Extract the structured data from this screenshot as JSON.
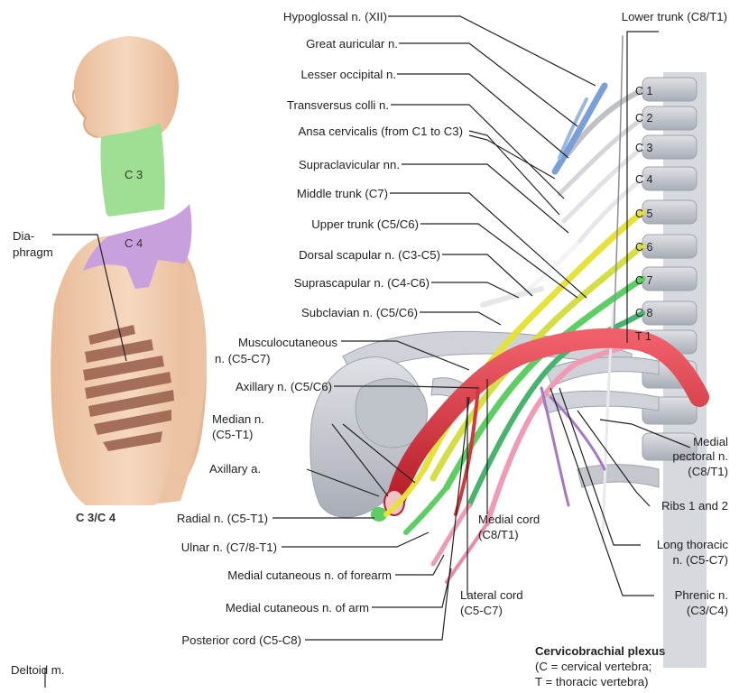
{
  "labels": {
    "hypoglossal": "Hypoglossal n. (XII)",
    "great_auricular": "Great auricular n.",
    "lesser_occipital": "Lesser occipital n.",
    "transversus_colli": "Transversus colli n.",
    "ansa_cervicalis": "Ansa cervicalis (from C1 to C3)",
    "supraclavicular": "Supraclavicular nn.",
    "middle_trunk": "Middle trunk (C7)",
    "upper_trunk": "Upper trunk (C5/C6)",
    "dorsal_scapular": "Dorsal scapular n. (C3-C5)",
    "suprascapular": "Suprascapular n. (C4-C6)",
    "subclavian": "Subclavian n. (C5/C6)",
    "musculocutaneous_1": "Musculocutaneous",
    "musculocutaneous_2": "n. (C5-C7)",
    "axillary_n": "Axillary n. (C5/C6)",
    "median_1": "Median n.",
    "median_2": "(C5-T1)",
    "axillary_a": "Axillary a.",
    "radial": "Radial n. (C5-T1)",
    "ulnar": "Ulnar n. (C7/8-T1)",
    "med_cut_forearm": "Medial cutaneous n. of forearm",
    "med_cut_arm": "Medial cutaneous n. of arm",
    "posterior_cord": "Posterior cord (C5-C8)",
    "lower_trunk": "Lower trunk (C8/T1)",
    "medial_pectoral_1": "Medial",
    "medial_pectoral_2": "pectoral n.",
    "medial_pectoral_3": "(C8/T1)",
    "ribs": "Ribs 1 and 2",
    "medial_cord_1": "Medial cord",
    "medial_cord_2": "(C8/T1)",
    "long_thoracic_1": "Long thoracic",
    "long_thoracic_2": "n. (C5-C7)",
    "lateral_cord_1": "Lateral cord",
    "lateral_cord_2": "(C5-C7)",
    "phrenic_1": "Phrenic n.",
    "phrenic_2": "(C3/C4)",
    "diaphragm_1": "Dia-",
    "diaphragm_2": "phragm",
    "deltoid": "Deltoid m.",
    "caption_title": "Cervicobrachial plexus",
    "caption_line1": "(C = cervical vertebra;",
    "caption_line2": "T = thoracic vertebra)"
  },
  "vertebrae": [
    "C 1",
    "C 2",
    "C 3",
    "C 4",
    "C 5",
    "C 6",
    "C 7",
    "C 8",
    "T 1"
  ],
  "dermatome": {
    "upper": "C 3",
    "lower": "C 4",
    "caption": "C 3/C 4"
  },
  "colors": {
    "skin": "#f2ceb0",
    "c3_zone": "#9fdf94",
    "c4_zone": "#c7a0dd",
    "diaphragm_muscle": "#9c6450",
    "bone": "#c9ccd2",
    "artery": "#d8343c",
    "nerve_yellow": "#e6e23a",
    "nerve_green": "#5ccf62",
    "nerve_pink": "#f09ab4",
    "nerve_purple": "#a577c8",
    "nerve_blue": "#7a9ed8",
    "nerve_white": "#ececec",
    "leader": "#222222"
  }
}
